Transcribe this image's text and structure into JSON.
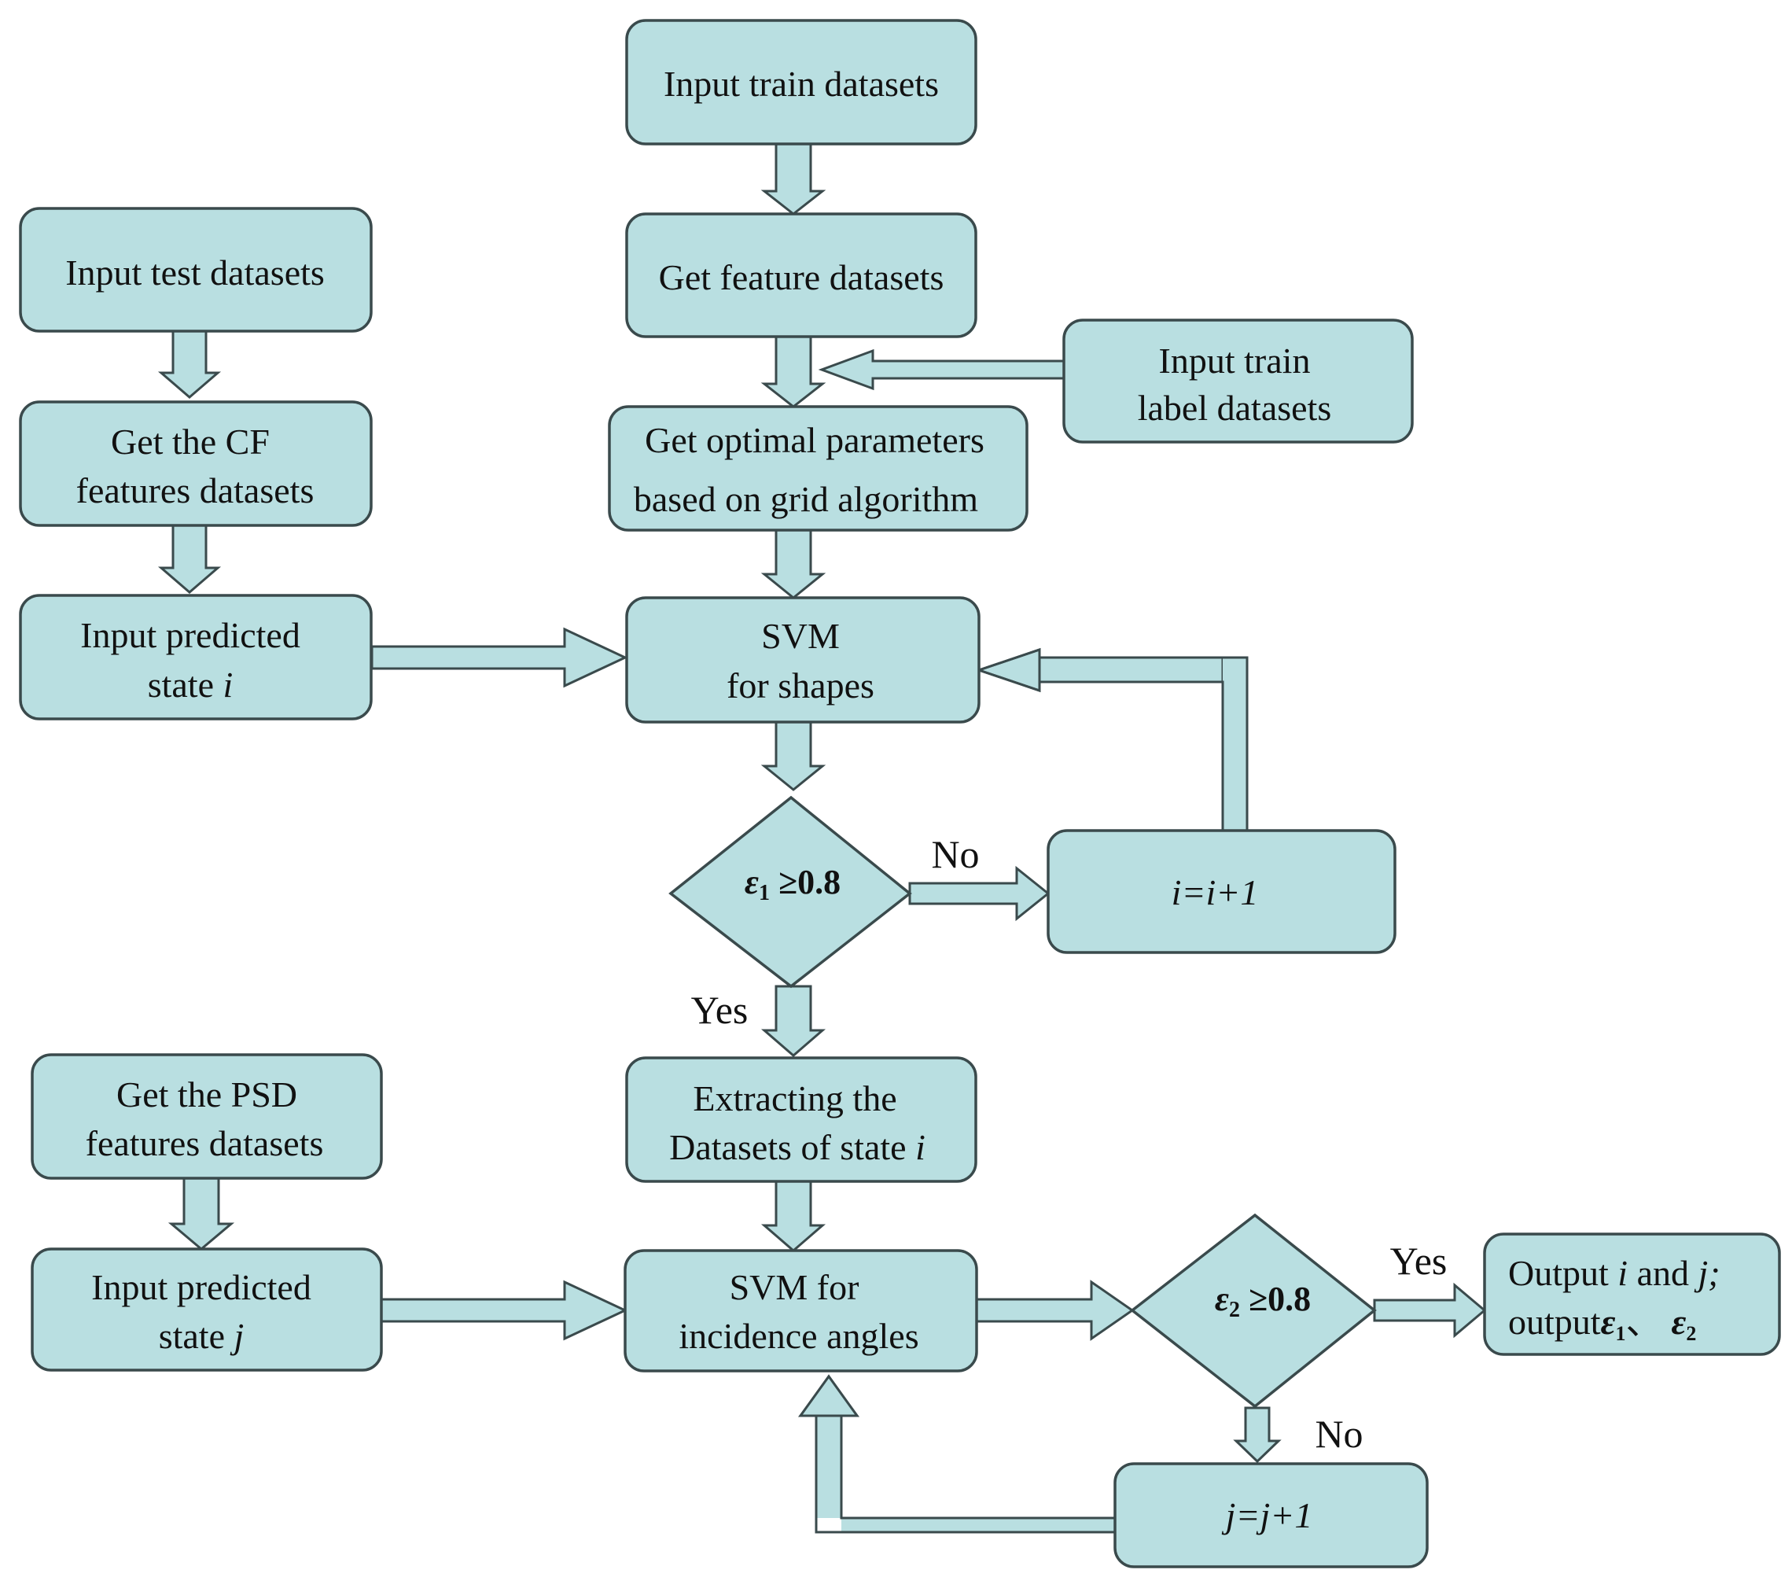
{
  "nodes": {
    "input_train": {
      "lines": [
        "Input train datasets"
      ]
    },
    "get_feature": {
      "lines": [
        "Get feature datasets"
      ]
    },
    "input_train_label": {
      "lines": [
        "Input train",
        "label datasets"
      ]
    },
    "get_optimal": {
      "lines": [
        "Get optimal parameters",
        "based on grid algorithm"
      ]
    },
    "input_test": {
      "lines": [
        "Input test datasets"
      ]
    },
    "get_cf": {
      "lines": [
        "Get the CF",
        "features datasets"
      ]
    },
    "input_state_i": {
      "line1": "Input predicted",
      "line2_prefix": "state ",
      "line2_var": "i"
    },
    "svm_shapes": {
      "lines": [
        "SVM",
        "for shapes"
      ]
    },
    "decision1": {
      "eps": "ε",
      "sub": "1",
      "rest": " ≥0.8"
    },
    "incr_i": {
      "text": "i=i+1"
    },
    "extract": {
      "line1": "Extracting the",
      "line2_prefix": "Datasets of state ",
      "line2_var": "i"
    },
    "get_psd": {
      "lines": [
        "Get the PSD",
        "features datasets"
      ]
    },
    "input_state_j": {
      "line1": "Input predicted",
      "line2_prefix": "state  ",
      "line2_var": "j"
    },
    "svm_angles": {
      "lines": [
        "SVM for",
        "incidence angles"
      ]
    },
    "decision2": {
      "eps": "ε",
      "sub": "2",
      "rest": " ≥0.8"
    },
    "output": {
      "line1_prefix": "Output ",
      "line1_var_i": "i",
      "line1_mid": " and ",
      "line1_var_j": "j;",
      "line2_prefix": "output",
      "eps1": "ε",
      "sub1": "1",
      "sep": "、",
      "eps2": "ε",
      "sub2": "2"
    },
    "incr_j": {
      "text": "j=j+1"
    }
  },
  "labels": {
    "no1": "No",
    "yes1": "Yes",
    "yes2": "Yes",
    "no2": "No"
  },
  "colors": {
    "node_fill": "#b9dfe1",
    "stroke": "#3a4a4c"
  }
}
